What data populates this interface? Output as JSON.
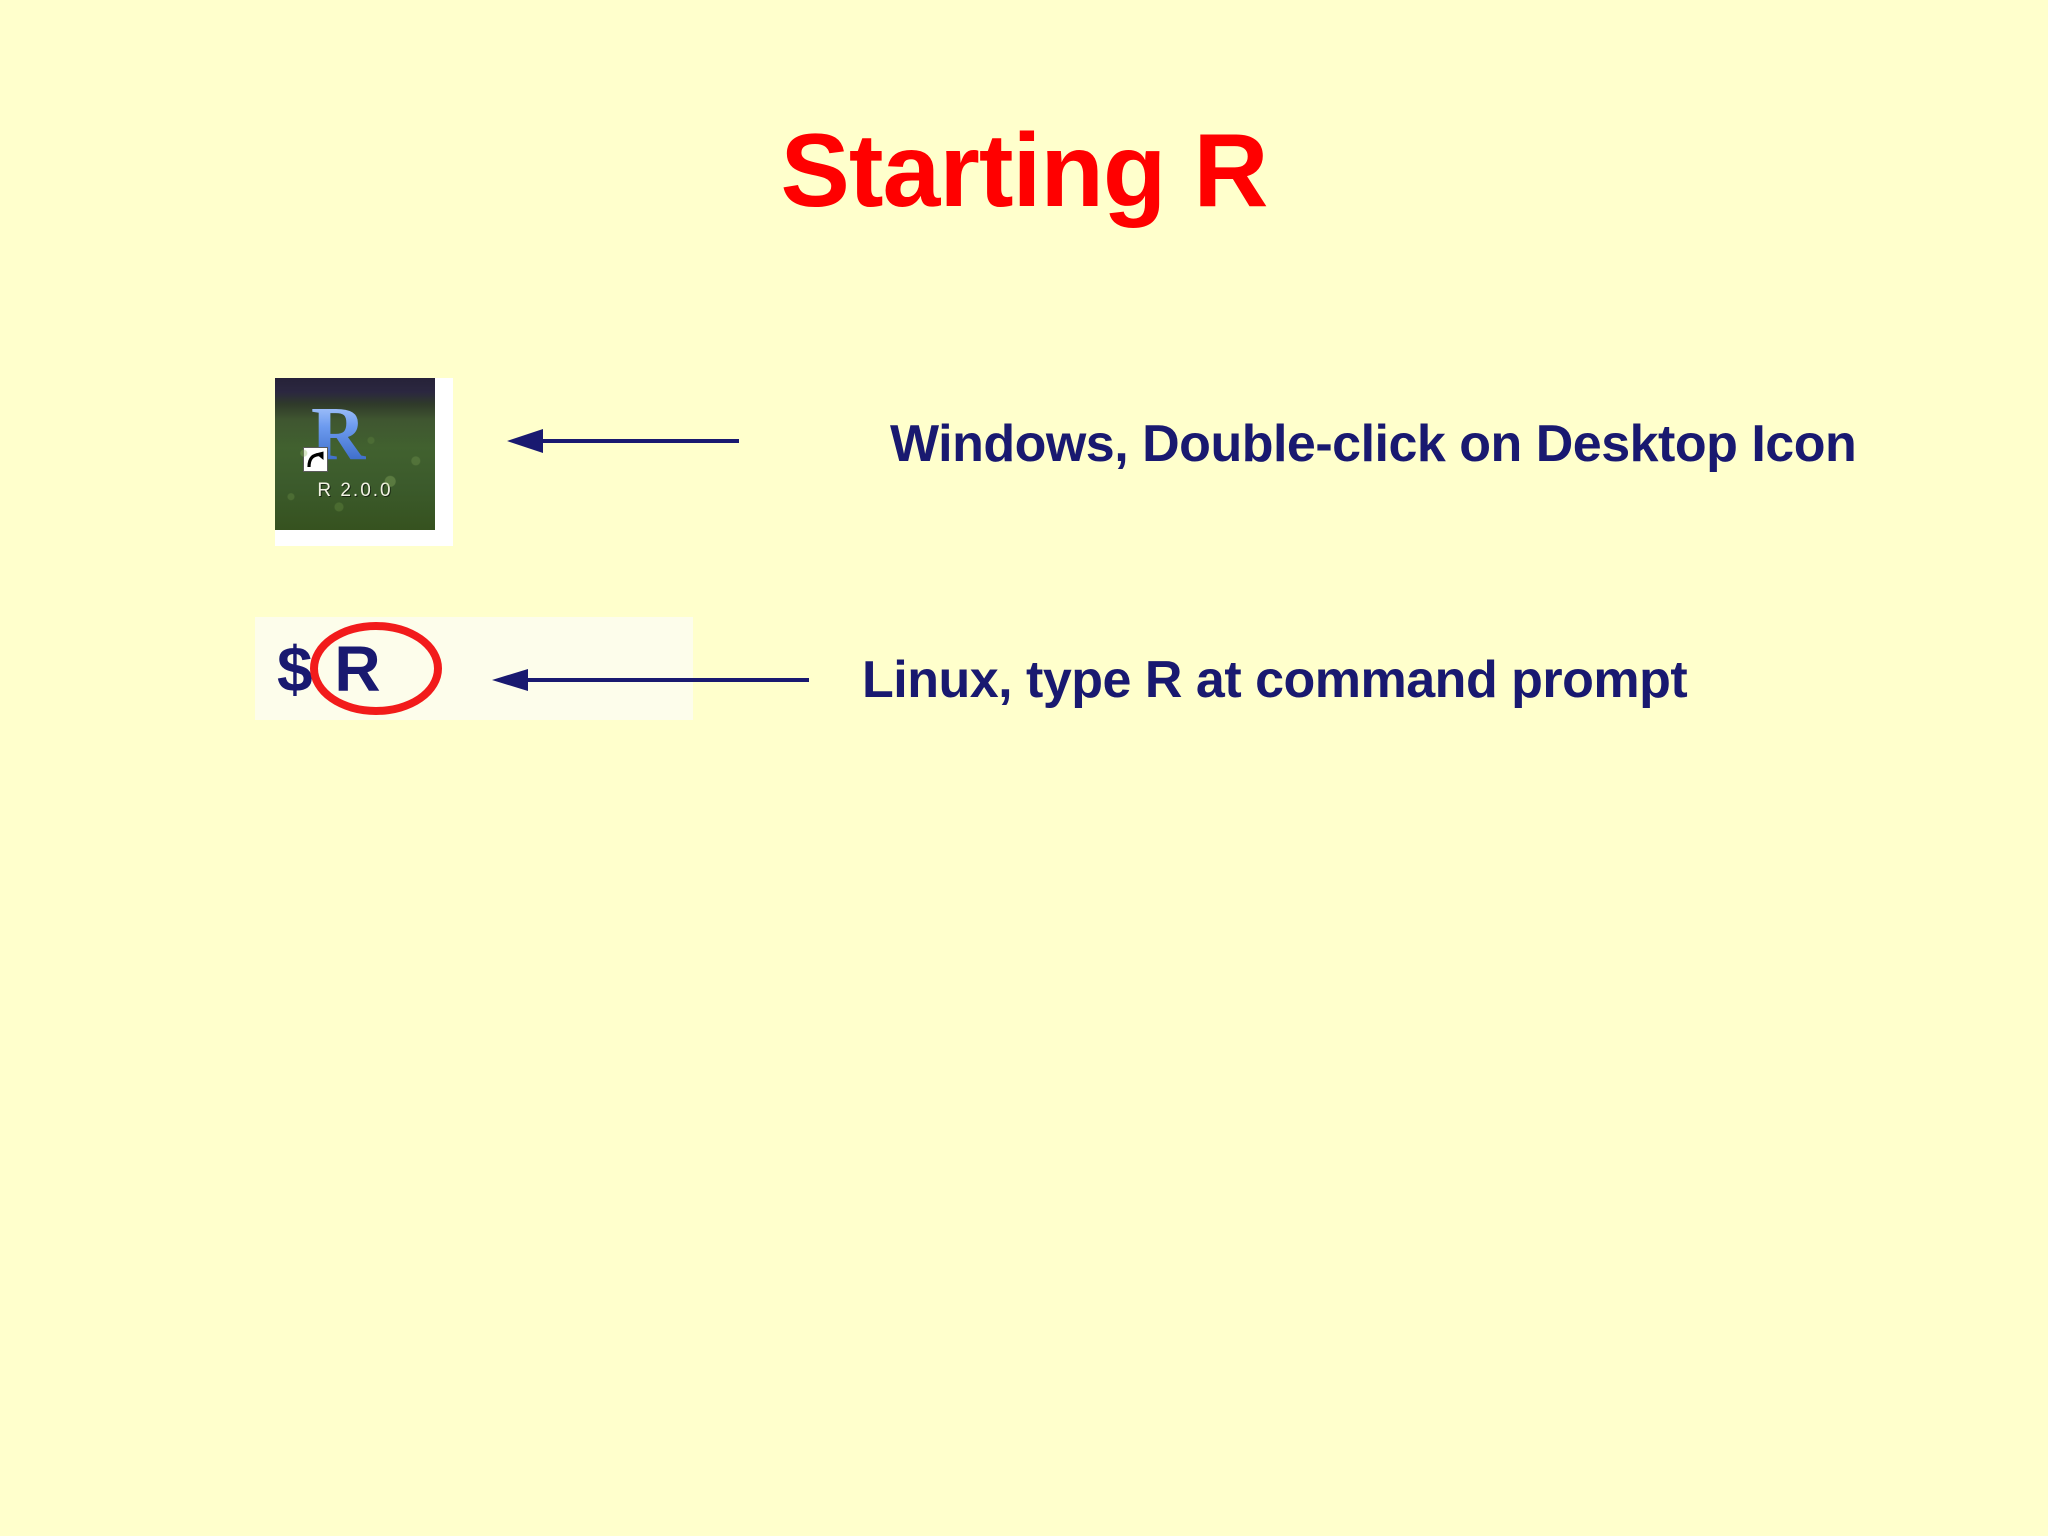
{
  "slide": {
    "title": "Starting R",
    "background_color": "#FFFFCC",
    "title_color": "#FF0000",
    "body_text_color": "#191970",
    "highlight_color": "#F21B1B"
  },
  "windows_row": {
    "icon_caption": "R 2.0.0",
    "icon_logo_letter": "R",
    "icon_name": "r-desktop-shortcut-icon",
    "shortcut_overlay_name": "shortcut-arrow-overlay-icon",
    "arrow_name": "pointer-arrow-left",
    "callout": "Windows, Double-click on Desktop Icon"
  },
  "linux_row": {
    "prompt_symbol": "$",
    "prompt_command": "R",
    "prompt_full": "$ R",
    "highlight_shape": "red-ellipse",
    "arrow_name": "pointer-arrow-left",
    "callout": "Linux, type R at command prompt"
  }
}
